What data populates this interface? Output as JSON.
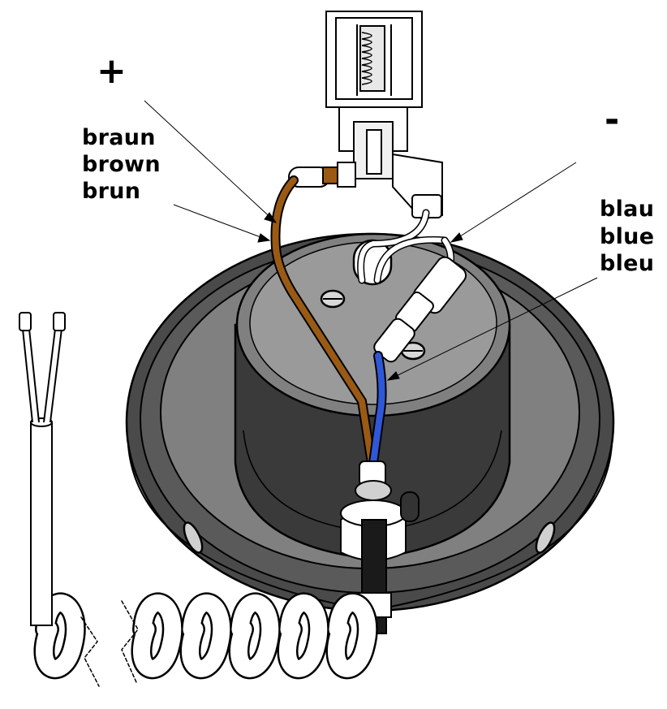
{
  "labels": {
    "plus": "+",
    "minus": "-",
    "brown": [
      "braun",
      "brown",
      "brun"
    ],
    "blue": [
      "blau",
      "blue",
      "bleu"
    ]
  },
  "colors": {
    "brown_wire": "#9a5a14",
    "blue_wire": "#2f57d8",
    "housing_dark": "#4a4a4a",
    "housing_mid": "#8a8a8a",
    "cable": "#ffffff",
    "outline": "#000000"
  },
  "icons": [
    "plus-sign",
    "minus-sign"
  ]
}
